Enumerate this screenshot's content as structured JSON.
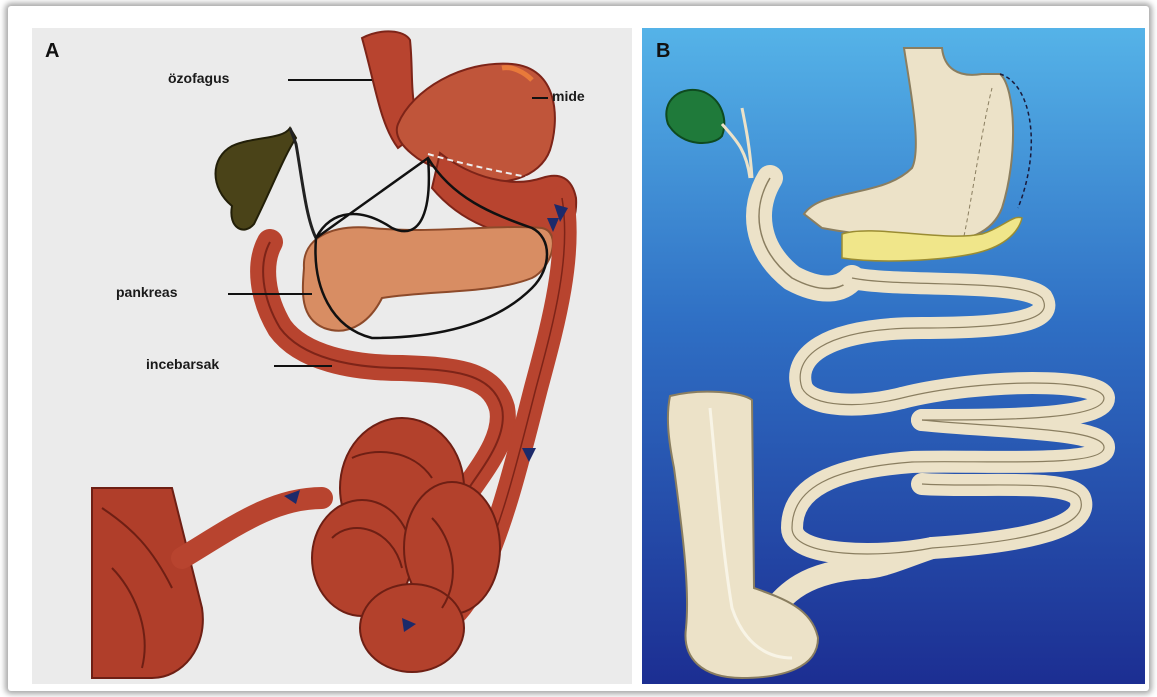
{
  "panel_a": {
    "letter": "A",
    "labels": {
      "esophagus": "özofagus",
      "stomach": "mide",
      "pancreas": "pankreas",
      "small_intestine": "incebarsak"
    }
  },
  "panel_b": {
    "letter": "B"
  },
  "colors": {
    "organ_red": "#b8442f",
    "organ_dark": "#7d2418",
    "gallbladder_a": "#4a4318",
    "pancreas": "#d88d63",
    "bone_beige": "#ece2c8",
    "gallbladder_b": "#1f7a3a",
    "pancreas_b": "#f0e68a"
  }
}
